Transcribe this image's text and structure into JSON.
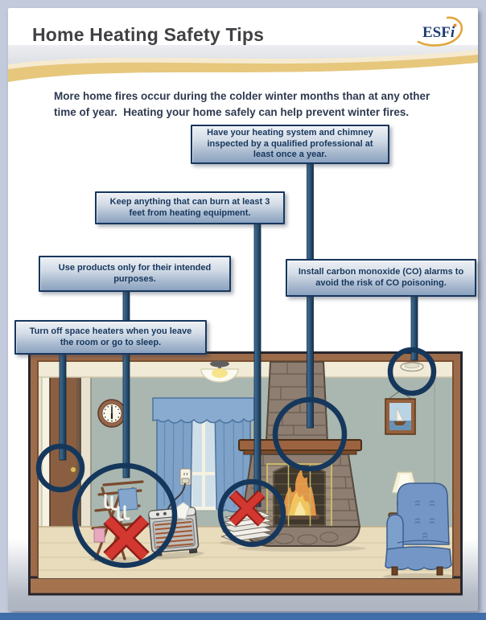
{
  "header": {
    "title": "Home Heating Safety Tips",
    "logo": {
      "text": "ESF",
      "italic_i": "i"
    }
  },
  "intro": {
    "line1": "More home fires occur during the colder winter months than at any other",
    "line2": "time of year.  Heating your home safely can help prevent winter fires."
  },
  "callouts": [
    {
      "id": "inspect-heating",
      "text": "Have your heating system and chimney\ninspected by a qualified professional at\nleast once a year."
    },
    {
      "id": "keep-burnables-away",
      "text": "Keep anything that can burn at least 3\nfeet from heating equipment."
    },
    {
      "id": "intended-purposes",
      "text": "Use products only for their intended\npurposes."
    },
    {
      "id": "turn-off-heaters",
      "text": "Turn off space heaters when you leave\nthe room or go to sleep."
    },
    {
      "id": "install-co-alarms",
      "text": "Install carbon monoxide (CO) alarms to\navoid the risk of CO poisoning."
    }
  ],
  "icons": [
    "esfi-logo",
    "door",
    "wall-clock",
    "ceiling-light",
    "window-curtains",
    "fireplace",
    "fire",
    "fire-screen",
    "newspaper-stack",
    "drying-rack",
    "space-heater",
    "power-outlet",
    "co-alarm",
    "sailboat-picture",
    "table-lamp",
    "side-table",
    "armchair",
    "highlight-circle",
    "red-x-mark"
  ],
  "colors": {
    "accent_navy": "#17375e",
    "connector_line": "#1d4569",
    "gold_wave": "#e7c77c",
    "red_x": "#d23730",
    "room_wall": "#a9b7b0",
    "wood_frame": "#9c6b4a",
    "page_background": "#c2cadb"
  }
}
